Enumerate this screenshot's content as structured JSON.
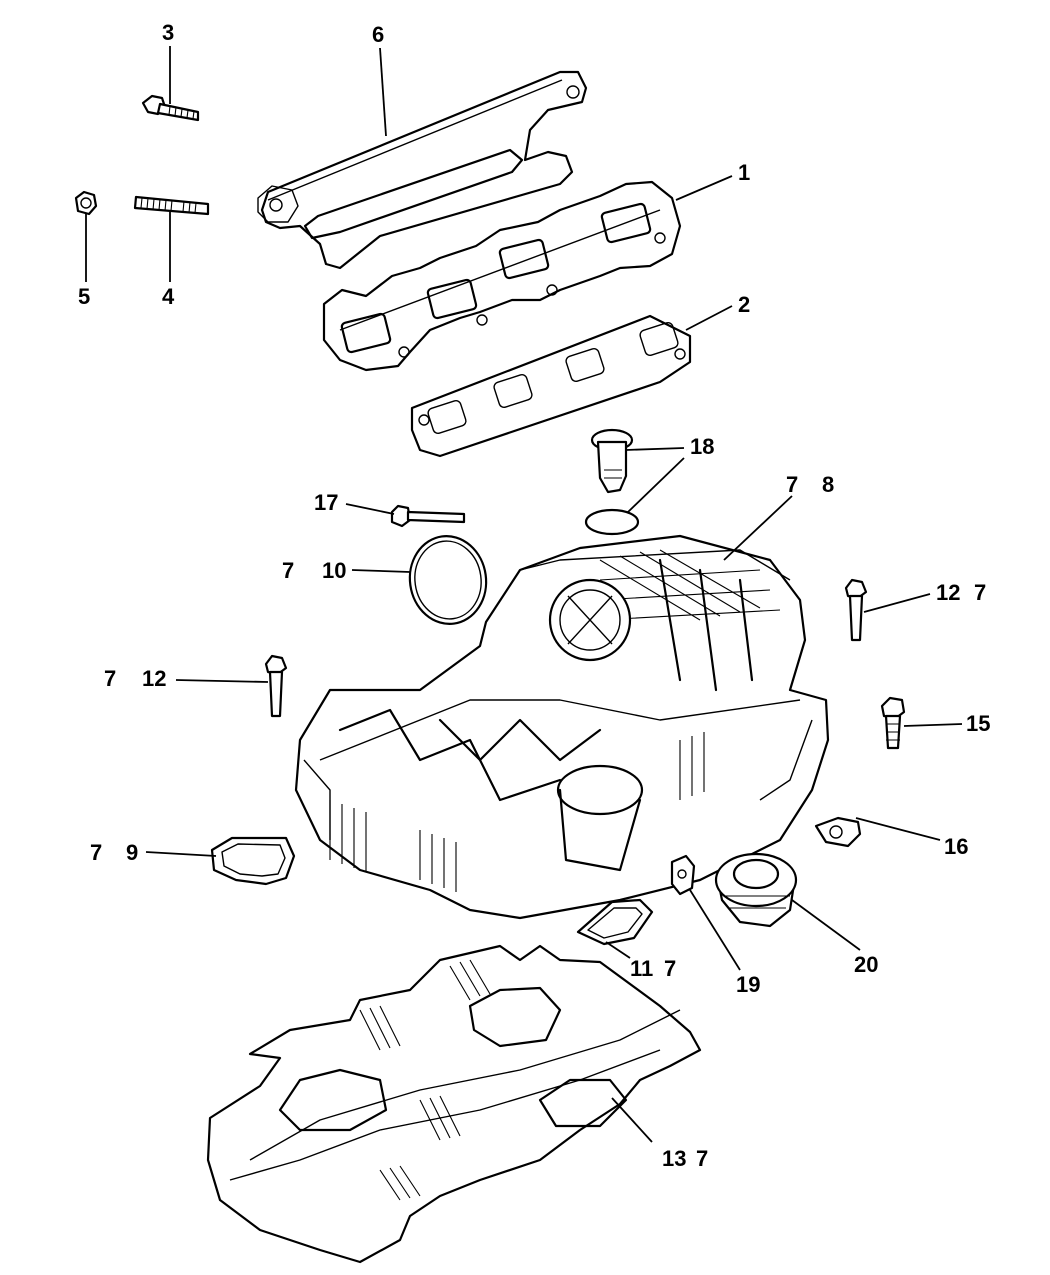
{
  "callouts": {
    "c1": "1",
    "c2": "2",
    "c3": "3",
    "c4": "4",
    "c5": "5",
    "c6": "6",
    "c7_8_a": "7",
    "c7_8_b": "8",
    "c7_10_a": "7",
    "c7_10_b": "10",
    "c12_7_right_a": "12",
    "c12_7_right_b": "7",
    "c7_12_left_a": "7",
    "c7_12_left_b": "12",
    "c15": "15",
    "c16": "16",
    "c17": "17",
    "c18": "18",
    "c7_9_a": "7",
    "c7_9_b": "9",
    "c11_7_a": "11",
    "c11_7_b": "7",
    "c19": "19",
    "c20": "20",
    "c13_7_a": "13",
    "c13_7_b": "7"
  },
  "parts": [
    {
      "id": "exhaust-manifold",
      "callout": "1"
    },
    {
      "id": "exhaust-manifold-gasket",
      "callout": "2"
    },
    {
      "id": "manifold-bolt",
      "callout": "3"
    },
    {
      "id": "manifold-stud",
      "callout": "4"
    },
    {
      "id": "manifold-nut",
      "callout": "5"
    },
    {
      "id": "heat-shield",
      "callout": "6"
    },
    {
      "id": "intake-manifold",
      "callout": "8"
    },
    {
      "id": "intake-gasket-left",
      "callout": "9"
    },
    {
      "id": "throttle-body-gasket",
      "callout": "10"
    },
    {
      "id": "intake-gasket-center",
      "callout": "11"
    },
    {
      "id": "intake-bolt",
      "callout": "12"
    },
    {
      "id": "lower-intake-gasket",
      "callout": "13"
    },
    {
      "id": "bolt-15",
      "callout": "15"
    },
    {
      "id": "clip-16",
      "callout": "16"
    },
    {
      "id": "bolt-17",
      "callout": "17"
    },
    {
      "id": "sensor-18",
      "callout": "18"
    },
    {
      "id": "bracket-19",
      "callout": "19"
    },
    {
      "id": "cap-20",
      "callout": "20"
    }
  ]
}
